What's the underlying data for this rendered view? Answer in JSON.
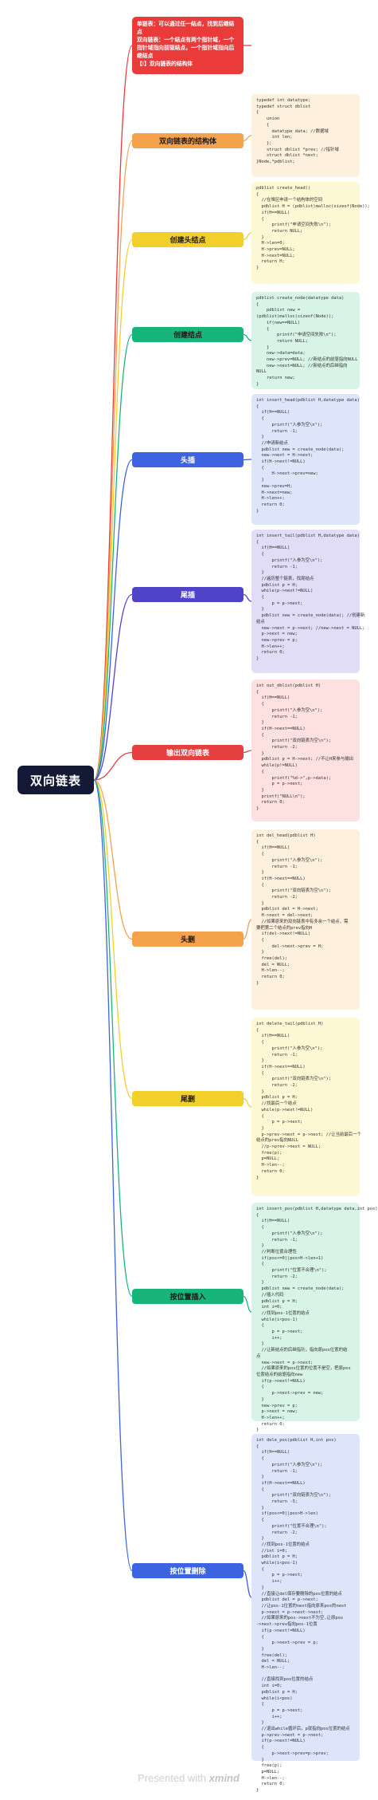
{
  "root": {
    "label": "双向链表"
  },
  "intro": {
    "lines": [
      "单链表：可以通过任一结点，找到后继结点",
      "双向链表：一个结点有两个指针域，一个指针域指向前驱结点，一个指针域指向后继结点",
      "【!】双向链表的结构体"
    ]
  },
  "topics": [
    {
      "label": "双向链表的结构体",
      "color": "#f4a24c",
      "note_bg": "#fdf0dc",
      "code": "typedef int datatype;\ntypedef struct dblist\n{\n    union\n    {\n      datatype data; //数据域\n      int len;\n    };\n    struct dblist *prev; //指针域\n    struct dblist *next;\n}Node,*pdblist;"
    },
    {
      "label": "创建头结点",
      "color": "#f3cf2b",
      "note_bg": "#fdf8d4",
      "code": "pdblist create_head()\n{\n  //在堆区申请一个结构体的空间\n  pdblist H = (pdblist)malloc(sizeof(Node));\n  if(H==NULL)\n  {\n      printf(\"申请空间失败\\n\");\n      return NULL;\n  }\n  H->len=0;\n  H->prev=NULL;\n  H->next=NULL;\n  return H;\n}"
    },
    {
      "label": "创建结点",
      "color": "#18b57a",
      "note_bg": "#d7f4e6",
      "code": "pdblist create_node(datatype data)\n{\n    pdblist new =\n(pdblist)malloc(sizeof(Node));\n    if(new==NULL)\n    {\n        printf(\"申请空间失败\\n\");\n        return NULL;\n    }\n    new->data=data;\n    new->prev=NULL; //新结点的前驱指向NULL\n    new->next=NULL; //新结点的后继指向\nNULL\n    return new;\n}"
    },
    {
      "label": "头插",
      "color": "#3d63e0",
      "note_bg": "#dde5fb",
      "dark": true,
      "code": "int insert_head(pdblist H,datatype data)\n{\n  if(H==NULL)\n  {\n      printf(\"入参为空\\n\");\n      return -1;\n  }\n  //申请新结点\n  pdblist new = create_node(data);\n  new->next = H->next;\n  if(H->next!=NULL)\n  {\n      H->next->prev=new;\n  }\n  new->prev=H;\n  H->next=new;\n  H->len++;\n  return 0;\n}"
    },
    {
      "label": "尾插",
      "color": "#4f44c8",
      "note_bg": "#e1ddf6",
      "dark": true,
      "code": "int insert_tail(pdblist H,datatype data)\n{\n  if(H==NULL)\n  {\n      printf(\"入参为空\\n\");\n      return -1;\n  }\n  //遍历整个链表，找尾结点\n  pdblist p = H;\n  while(p->next!=NULL)\n  {\n      p = p->next;\n  }\n  pdblist new = create_node(data); //创建新\n结点\n  new->next = p->next; //new->next = NULL;\n  p->next = new;\n  new->prev = p;\n  H->len++;\n  return 0;\n}"
    },
    {
      "label": "输出双向链表",
      "color": "#e63f3f",
      "note_bg": "#fde0e0",
      "dark": true,
      "code": "int out_dblist(pdblist H)\n{\n  if(H==NULL)\n  {\n      printf(\"入参为空\\n\");\n      return -1;\n  }\n  if(H->next==NULL)\n  {\n      printf(\"双向链表为空\\n\");\n      return -2;\n  }\n  pdblist p = H->next; //不让H来参与输出\n  while(p!=NULL)\n  {\n      printf(\"%d->\",p->data);\n      p = p->next;\n  }\n  printf(\"NULL\\n\");\n  return 0;\n}"
    },
    {
      "label": "头删",
      "color": "#f4a24c",
      "note_bg": "#fdf0dc",
      "code": "int del_head(pdblist H)\n{\n  if(H==NULL)\n  {\n      printf(\"入参为空\\n\");\n      return -1;\n  }\n  if(H->next==NULL)\n  {\n      printf(\"双向链表为空\\n\");\n      return -2;\n  }\n  pdblist del = H->next;\n  H->next = del->next;\n  //如果原来的双向链表中有多余一个结点，需\n要把第二个结点的prev指向H\n  if(del->next!=NULL)\n  {\n      del->next->prev = H;\n  }\n  free(del);\n  del = NULL;\n  H->len--;\n  return 0;\n}"
    },
    {
      "label": "尾删",
      "color": "#f3cf2b",
      "note_bg": "#fdf8d4",
      "code": "int delete_tail(pdblist H)\n{\n  if(H==NULL)\n  {\n      printf(\"入参为空\\n\");\n      return -1;\n  }\n  if(H->next==NULL)\n  {\n      printf(\"双向链表为空\\n\");\n      return -2;\n  }\n  pdblist p = H;\n  //找最后一个结点\n  while(p->next!=NULL)\n  {\n      p = p->next;\n  }\n  p->prev->next = p->next; //让当前最后一个\n结点的prev指向NULL\n  //p->prev->next = NULL;\n  free(p);\n  p=NULL;\n  H->len--;\n  return 0;\n}"
    },
    {
      "label": "按位置插入",
      "color": "#18b57a",
      "note_bg": "#d7f4e6",
      "code": "int insert_pos(pdblist H,datatype data,int pos)\n{\n  if(H==NULL)\n  {\n      printf(\"入参为空\\n\");\n      return -1;\n  }\n  //判断位置合理性\n  if(pos<=0||pos>H->len+1)\n  {\n      printf(\"位置不合理\\n\");\n      return -2;\n  }\n  pdblist new = create_node(data);\n  //插入代码\n  pdblist p = H;\n  int i=0;\n  //找到pos-1位置的结点\n  while(i<pos-1)\n  {\n      p = p->next;\n      i++;\n  }\n  //让新结点的后继指针，指向原pos位置的结\n点\n  new->next = p->next;\n  //如果原来的pos位置的位置不是空，把原pos\n位置结点的前驱指向new\n  if(p->next!=NULL)\n  {\n      p->next->prev = new;\n  }\n  new->prev = p;\n  p->next = new;\n  H->len++;\n  return 0;\n}"
    },
    {
      "label": "按位置删除",
      "color": "#3d63e0",
      "note_bg": "#dde5fb",
      "dark": true,
      "code": "int dele_pos(pdblist H,int pos)\n{\n  if(H==NULL)\n  {\n      printf(\"入参为空\\n\");\n      return -1;\n  }\n  if(H->next==NULL)\n  {\n      printf(\"双向链表为空\\n\");\n      return -3;\n  }\n  if(pos<=0||pos>H->len)\n  {\n      printf(\"位置不合理\\n\");\n      return -2;\n  }\n  //找到pos-1位置的结点\n  //int i=0;\n  pdblist p = H;\n  while(i<pos-1)\n  {\n      p = p->next;\n      i++;\n  }\n  //直接让del保存要删除的pos位置的结点\n  pdblist del = p->next;\n  //让pos-1位置的next指向原来pos的next\n  p->next = p->next->next;\n  //如果原来的pos->next不为空,让原pos\n->next->prev指向pos-1位置\n  if(p->next!=NULL)\n  {\n      p->next->prev = p;\n  }\n  free(del);\n  del = NULL;\n  H->len--;\n\n  //直接找到pos位置的结点\n  int i=0;\n  pdblist p = H;\n  while(i<pos)\n  {\n      p = p->next;\n      i++;\n  }\n  //退出while循环后，p就指向pos位置的结点\n  p->prev->next = p->next;\n  if(p->next!=NULL)\n  {\n      p->next->prev=p->prev;\n  }\n  free(p);\n  p=NULL;\n  H->len--;\n  return 0;\n}"
    }
  ],
  "intro_color": "#ea3b3b",
  "footer": {
    "prefix": "Presented with",
    "brand": "xmind"
  }
}
